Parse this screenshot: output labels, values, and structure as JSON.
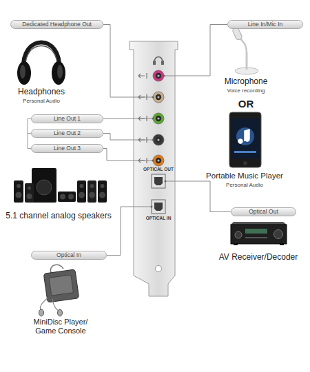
{
  "diagram": {
    "nodes": [
      {
        "text": [
          "Dedicated Headphone Out"
        ]
      },
      {
        "text": [
          "Line In/Mic In"
        ]
      },
      {
        "text": [
          "Line Out 1"
        ]
      },
      {
        "text": [
          "Line Out 2"
        ]
      },
      {
        "text": [
          "Line Out 3"
        ]
      },
      {
        "text": [
          "OPTICAL OUT",
          "OPTICAL IN"
        ]
      },
      {
        "text": [
          "Optical Out"
        ]
      },
      {
        "text": [
          "Optical In"
        ]
      }
    ],
    "edges": [
      {
        "from": 0,
        "to": 5,
        "arrow": "none"
      },
      {
        "from": 1,
        "to": 5,
        "arrow": "none"
      },
      {
        "from": 2,
        "to": 5,
        "arrow": "none"
      },
      {
        "from": 3,
        "to": 5,
        "arrow": "none"
      },
      {
        "from": 4,
        "to": 5,
        "arrow": "none"
      },
      {
        "from": 6,
        "to": 5,
        "arrow": "none"
      },
      {
        "from": 7,
        "to": 5,
        "arrow": "none"
      }
    ],
    "labels": [
      "Headphones",
      "Personal Audio",
      "Microphone",
      "Voice recording",
      "OR",
      "Portable Music Player",
      "Personal Audio",
      "5.1 channel analog speakers",
      "AV Receiver/Decoder",
      "MiniDisc Player/ Game Console"
    ]
  }
}
